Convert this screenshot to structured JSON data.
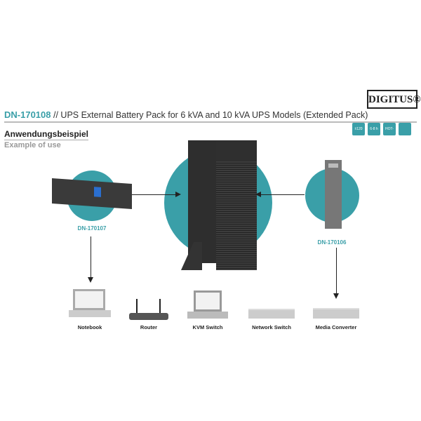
{
  "brand": {
    "logo": "DIGITUS®"
  },
  "header": {
    "product_code": "DN-170108",
    "separator": "//",
    "title": "UPS External Battery Pack for 6 kVA and 10 kVA UPS Models (Extended Pack)"
  },
  "badges": [
    "±120 VDC",
    "6-8 h",
    "HOT-SWAP",
    ""
  ],
  "section": {
    "heading": "Anwendungsbeispiel",
    "subheading": "Example of use"
  },
  "devices": {
    "left": "DN-170107",
    "right": "DN-170106"
  },
  "endpoints": [
    "Notebook",
    "Router",
    "KVM Switch",
    "Network Switch",
    "Media Converter"
  ],
  "colors": {
    "accent": "#3a9fa8",
    "device": "#3a3a3a"
  }
}
